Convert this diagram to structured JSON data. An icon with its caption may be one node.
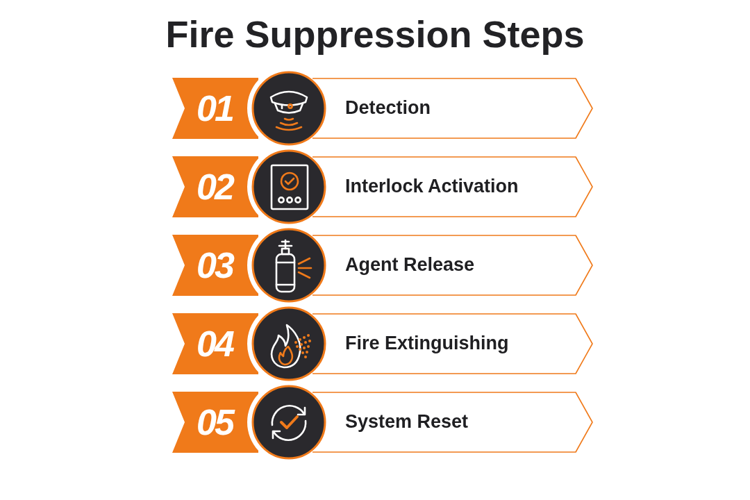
{
  "diagram": {
    "title": "Fire Suppression Steps",
    "nodes": [
      {
        "text": [
          "01"
        ]
      },
      {
        "text": [
          "Detection"
        ]
      },
      {
        "text": [
          "02"
        ]
      },
      {
        "text": [
          "Interlock Activation"
        ]
      },
      {
        "text": [
          "03"
        ]
      },
      {
        "text": [
          "Agent Release"
        ]
      },
      {
        "text": [
          "04"
        ]
      },
      {
        "text": [
          "Fire Extinguishing"
        ]
      },
      {
        "text": [
          "05"
        ]
      },
      {
        "text": [
          "System Reset"
        ]
      }
    ]
  }
}
